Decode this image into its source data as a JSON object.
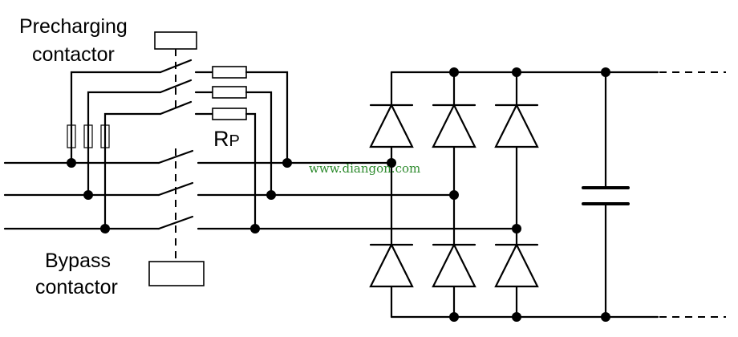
{
  "labels": {
    "precharging_line1": "Precharging",
    "precharging_line2": "contactor",
    "bypass_line1": "Bypass",
    "bypass_line2": "contactor",
    "resistor_main": "R",
    "resistor_sub": "P"
  },
  "watermark": "www.diangon.com",
  "colors": {
    "line": "#000000",
    "background": "#ffffff",
    "watermark": "#2e8b2e"
  }
}
